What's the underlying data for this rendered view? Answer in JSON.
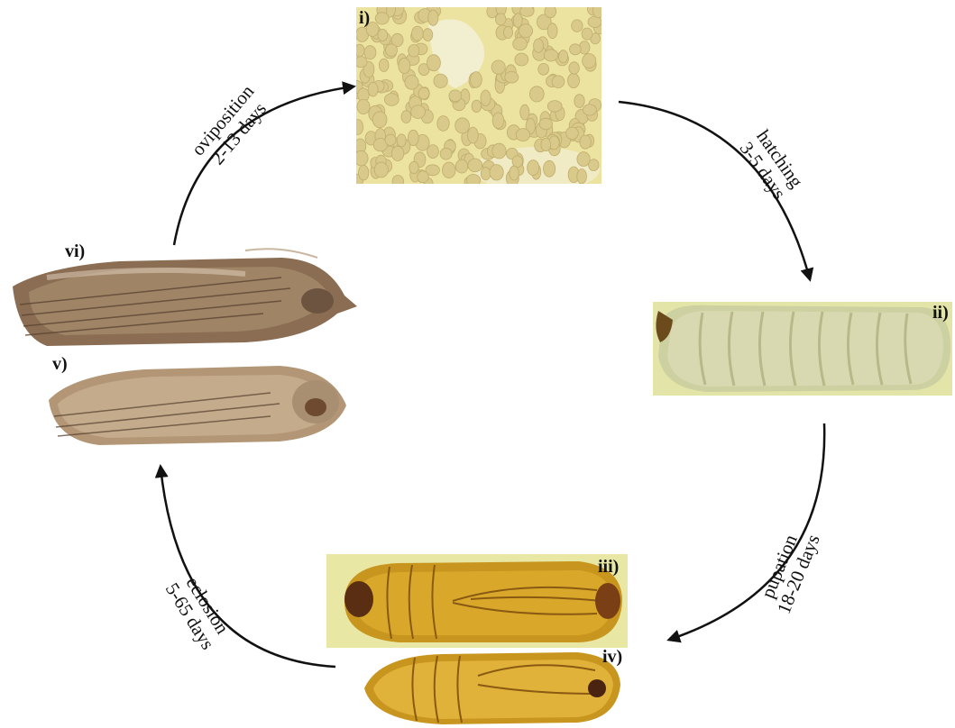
{
  "stages": {
    "eggs": {
      "tag": "i)",
      "icon": "eggs-photo"
    },
    "larva": {
      "tag": "ii)",
      "icon": "larva-photo"
    },
    "pupa_ventral": {
      "tag": "iii)",
      "icon": "pupa-photo"
    },
    "pupa_lateral": {
      "tag": "iv)",
      "icon": "pupa-photo"
    },
    "adult_female": {
      "tag": "v)",
      "icon": "moth-photo"
    },
    "adult_male": {
      "tag": "vi)",
      "icon": "moth-photo"
    }
  },
  "transitions": {
    "oviposition": {
      "name": "oviposition",
      "duration": "2-13 days"
    },
    "hatching": {
      "name": "hatching",
      "duration": "3-5 days"
    },
    "pupation": {
      "name": "pupation",
      "duration": "18-20 days"
    },
    "eclosion": {
      "name": "eclosion",
      "duration": "5-65 days"
    }
  },
  "colors": {
    "eggs_bg": "#ece3a0",
    "egg": "#d9c98a",
    "larva_bg": "#e3e4a8",
    "larva_body": "#cfcf9a",
    "pupa_bg": "#e9e7a4",
    "pupa_body": "#c8961e",
    "pupa_dark": "#5a2e12",
    "moth_body": "#8a6d52",
    "moth_light": "#c9b7a1",
    "arrow": "#111111"
  }
}
